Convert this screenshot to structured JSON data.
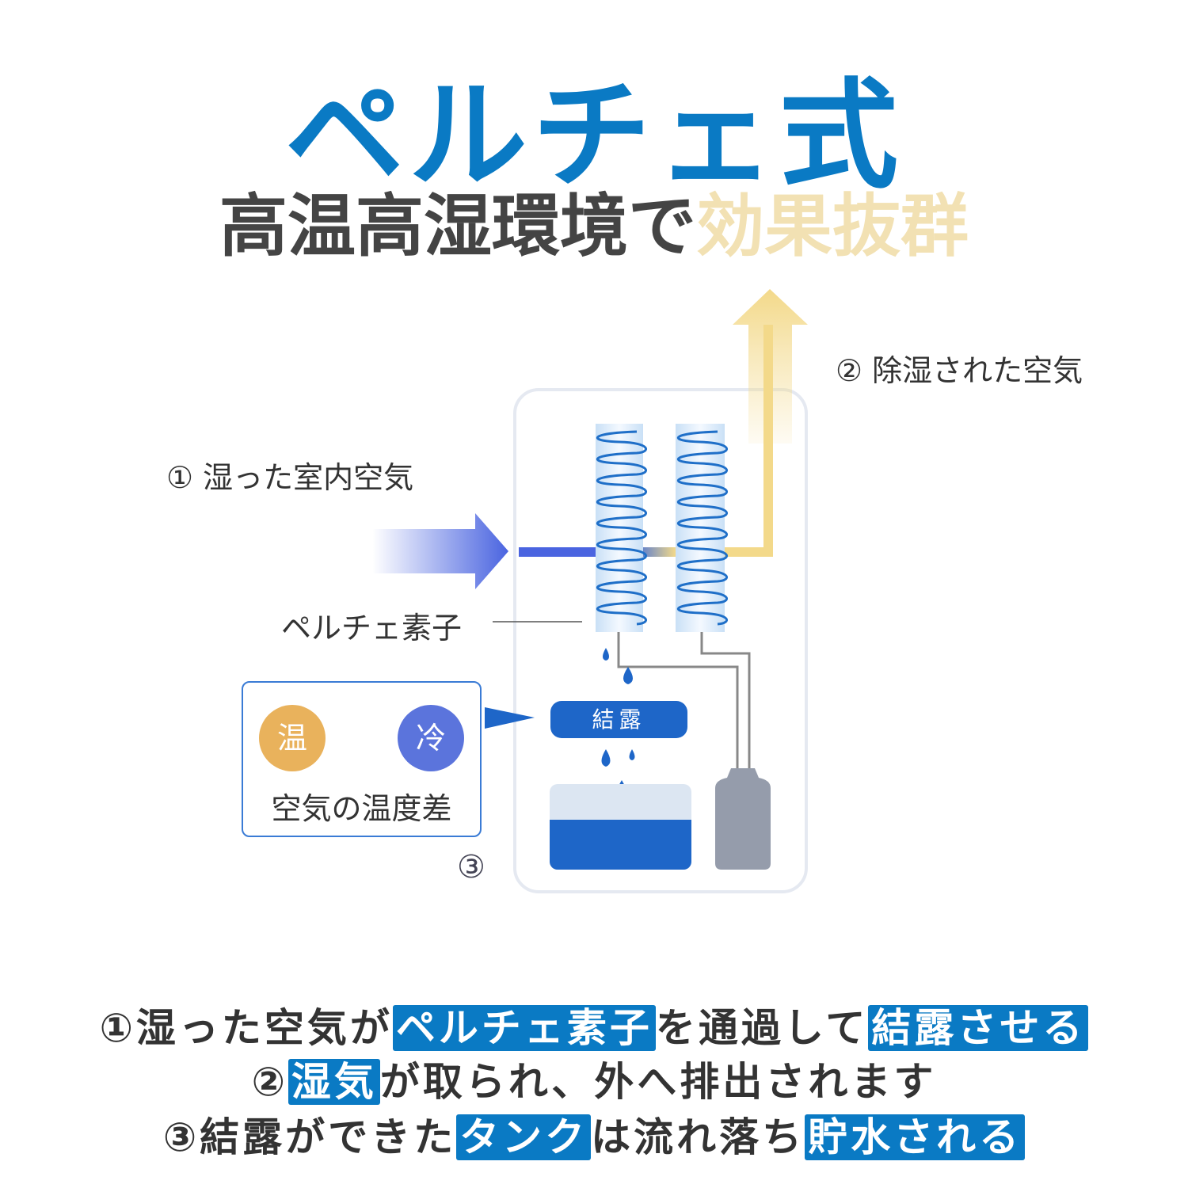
{
  "title": "ペルチェ式",
  "subtitle": {
    "main": "高温高湿環境で",
    "highlight": "効果抜群"
  },
  "diagram": {
    "label_humid_air": "① 湿った室内空気",
    "label_dry_air": "② 除湿された空気",
    "label_peltier": "ペルチェ素子",
    "label_dew": "結露",
    "callout": {
      "warm": "温",
      "cold": "冷",
      "caption": "空気の温度差",
      "number": "③"
    }
  },
  "steps": [
    [
      {
        "t": "①湿った空気が",
        "h": false
      },
      {
        "t": "ペルチェ素子",
        "h": true
      },
      {
        "t": "を通過して",
        "h": false
      },
      {
        "t": "結露させる",
        "h": true
      }
    ],
    [
      {
        "t": "②",
        "h": false
      },
      {
        "t": "湿気",
        "h": true
      },
      {
        "t": "が取られ、外へ排出されます",
        "h": false
      }
    ],
    [
      {
        "t": "③結露ができた",
        "h": false
      },
      {
        "t": "タンク",
        "h": true
      },
      {
        "t": "は流れ落ち",
        "h": false
      },
      {
        "t": "貯水される",
        "h": true
      }
    ]
  ],
  "colors": {
    "brand_blue": "#0a7ac4",
    "warm": "#e9b25c",
    "cold": "#5b74dc",
    "dry_air": "#f3d98a",
    "humid_air": "#4a64e0"
  }
}
